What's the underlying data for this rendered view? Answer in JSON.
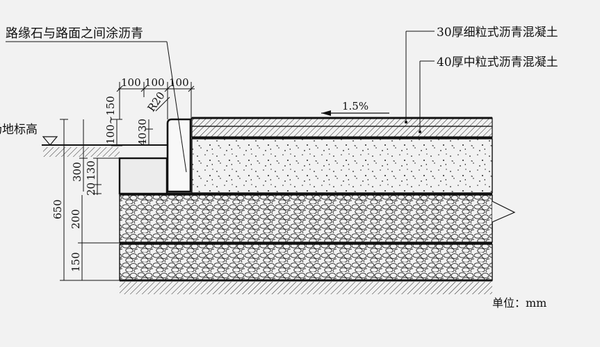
{
  "labels": {
    "curb_note": "路缘石与路面之间涂沥青",
    "surface_top": "30厚细粒式沥青混凝土",
    "surface_mid": "40厚中粒式沥青混凝土",
    "ground_level": "场地标高",
    "slope": "1.5%",
    "unit": "单位：mm"
  },
  "dimensions": {
    "top_w1": "100",
    "top_w2": "100",
    "top_w3": "100",
    "radius": "R20",
    "curb_exposure": "100~150",
    "t40": "40",
    "t30": "30",
    "d300": "300",
    "d130": "130",
    "d20": "20",
    "d650": "650",
    "d200": "200",
    "d150": "150"
  },
  "colors": {
    "line": "#1a1a1a",
    "background": "#f2f2f2",
    "fill_light": "#ececec"
  }
}
